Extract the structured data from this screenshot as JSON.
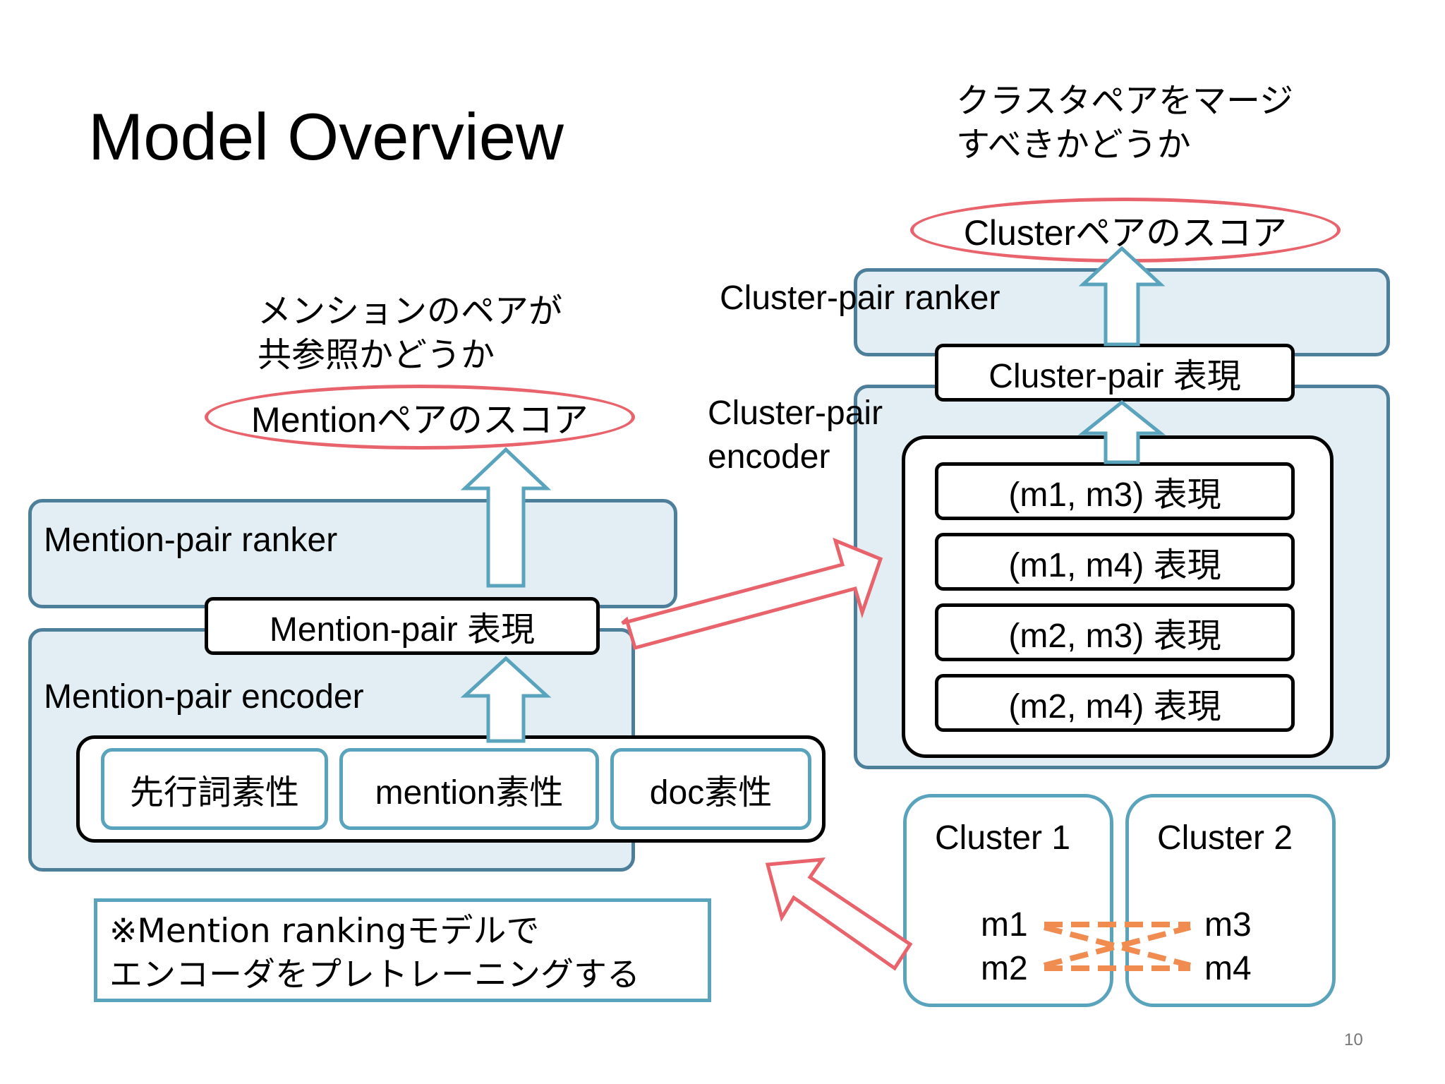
{
  "slide": {
    "title": "Model Overview",
    "page_number": "10"
  },
  "cluster_goal": {
    "line1": "クラスタペアをマージ",
    "line2": "すべきかどうか"
  },
  "mention_goal": {
    "line1": "メンションのペアが",
    "line2": "共参照かどうか"
  },
  "scores": {
    "cluster_score": "Clusterペアのスコア",
    "mention_score": "Mentionペアのスコア"
  },
  "cluster_side": {
    "ranker_label": "Cluster-pair ranker",
    "encoder_label_line1": "Cluster-pair",
    "encoder_label_line2": "encoder",
    "representation": "Cluster-pair 表現",
    "pair_representations": [
      "(m1, m3) 表現",
      "(m1, m4) 表現",
      "(m2, m3) 表現",
      "(m2, m4) 表現"
    ]
  },
  "mention_side": {
    "ranker_label": "Mention-pair ranker",
    "representation": "Mention-pair 表現",
    "encoder_label": "Mention-pair encoder",
    "features": [
      "先行詞素性",
      "mention素性",
      "doc素性"
    ]
  },
  "clusters": [
    {
      "name": "Cluster 1",
      "mentions": [
        "m1",
        "m2"
      ]
    },
    {
      "name": "Cluster 2",
      "mentions": [
        "m3",
        "m4"
      ]
    }
  ],
  "pretrain_note": {
    "line1": "※Mention rankingモデルで",
    "line2": "エンコーダをプレトレーニングする"
  },
  "colors": {
    "panel_fill": "#e2eef3",
    "panel_border": "#4e7f9a",
    "feature_border": "#5aa3bd",
    "score_oval": "#e8636b",
    "red_arrow": "#e8636b",
    "dashed_link": "#f08c50"
  }
}
